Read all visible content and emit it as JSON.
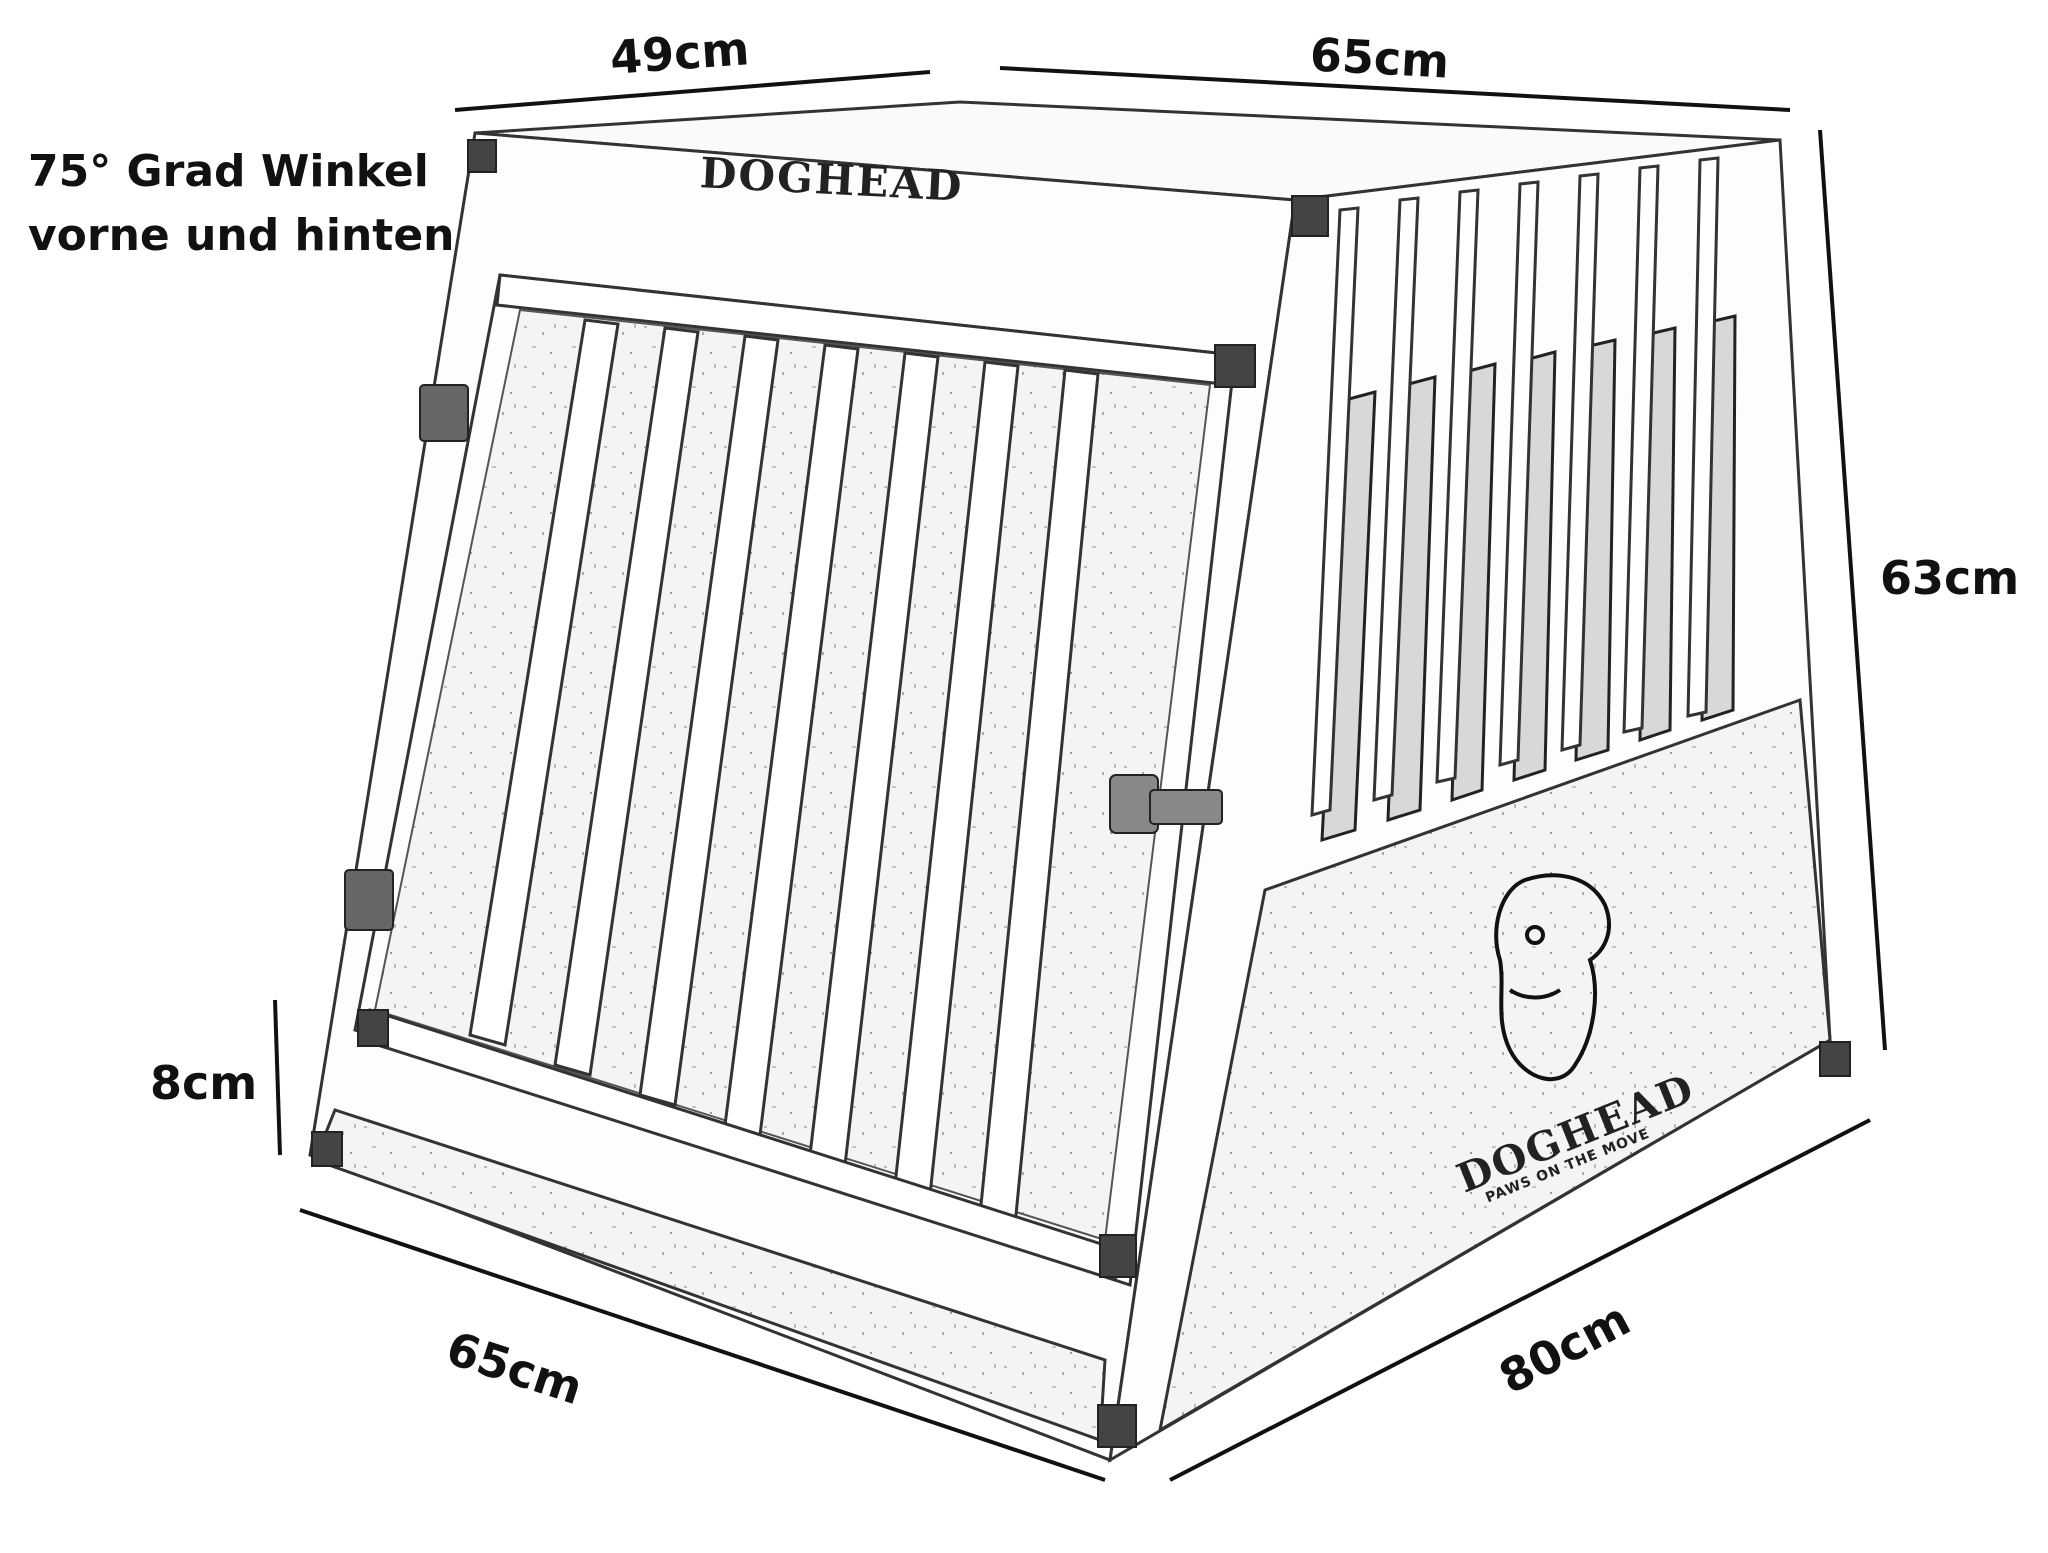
{
  "angle_note": {
    "line1": "75° Grad Winkel",
    "line2": "vorne und hinten"
  },
  "dimensions": {
    "top_front_width": "49cm",
    "top_side_depth": "65cm",
    "height": "63cm",
    "base_height": "8cm",
    "bottom_front_width": "65cm",
    "bottom_side_depth": "80cm"
  },
  "brand": {
    "top_logo": "DOGHEAD",
    "side_logo": "DOGHEAD",
    "side_slogan": "PAWS ON THE MOVE"
  },
  "icons": {
    "dog_head": "dog-head-icon",
    "hinge": "hinge-icon",
    "latch": "latch-icon"
  }
}
